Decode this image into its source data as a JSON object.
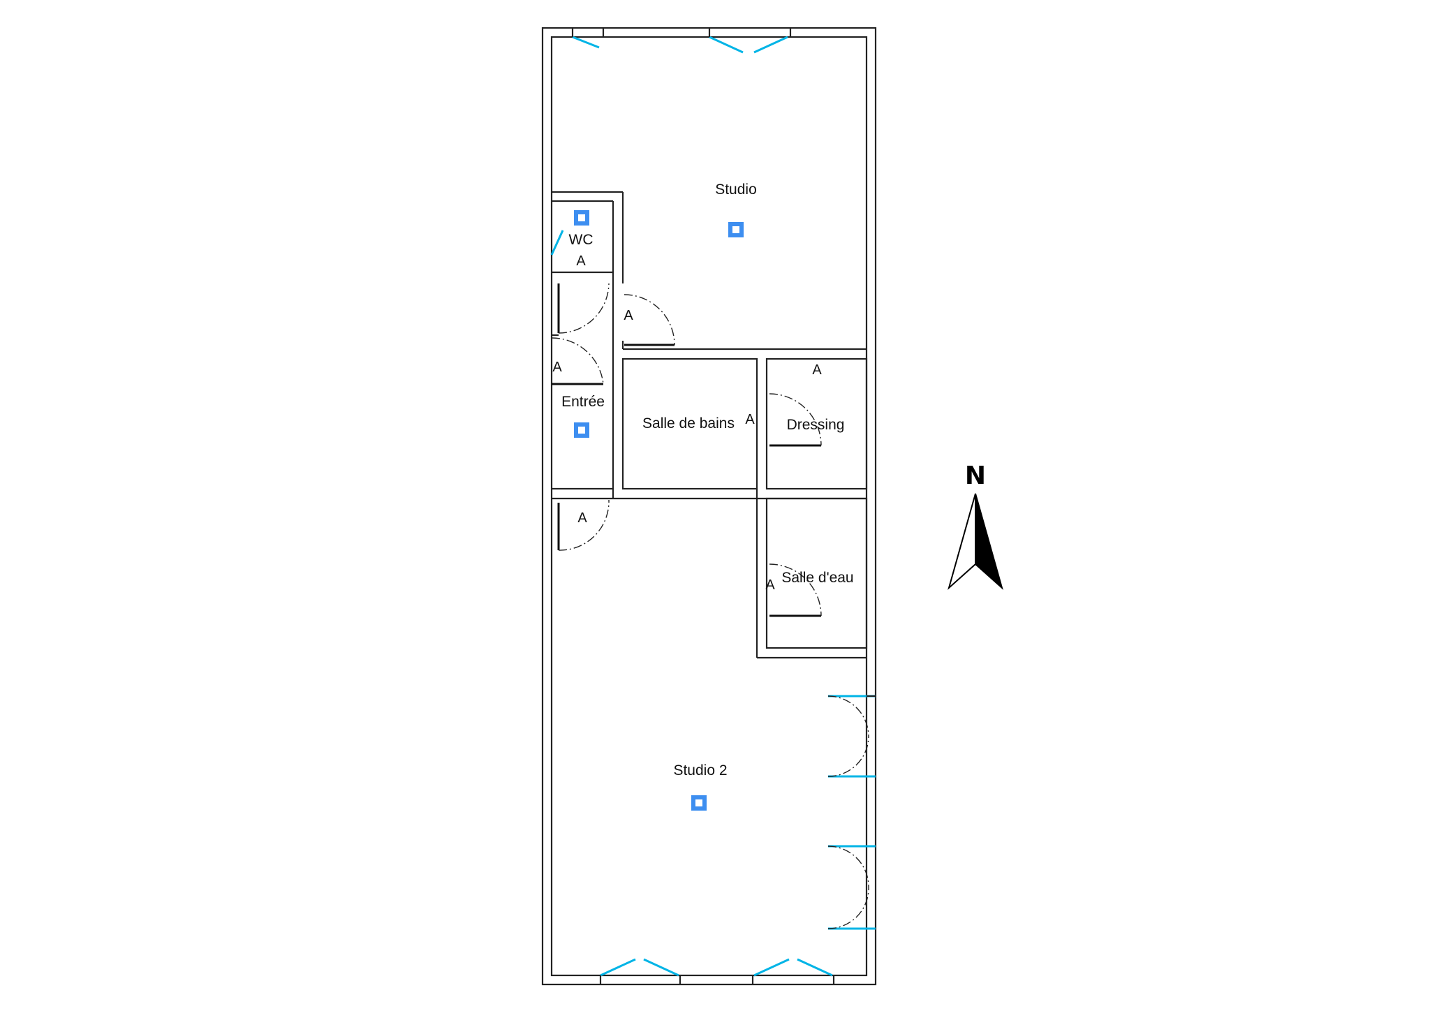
{
  "floor_plan": {
    "rooms": [
      {
        "id": "studio",
        "label": "Studio",
        "has_sensor": true
      },
      {
        "id": "wc",
        "label": "WC",
        "has_sensor": true
      },
      {
        "id": "entree",
        "label": "Entrée",
        "has_sensor": true
      },
      {
        "id": "salle-de-bains",
        "label": "Salle de bains",
        "has_sensor": false
      },
      {
        "id": "dressing",
        "label": "Dressing",
        "has_sensor": false
      },
      {
        "id": "salle-d-eau",
        "label": "Salle d'eau",
        "has_sensor": false
      },
      {
        "id": "studio-2",
        "label": "Studio 2",
        "has_sensor": true
      }
    ],
    "door_marker": "A",
    "compass": {
      "label": "N"
    },
    "colors": {
      "walls": "#222222",
      "windows": "#00b4e6",
      "sensor": "#3d8ef0"
    }
  }
}
